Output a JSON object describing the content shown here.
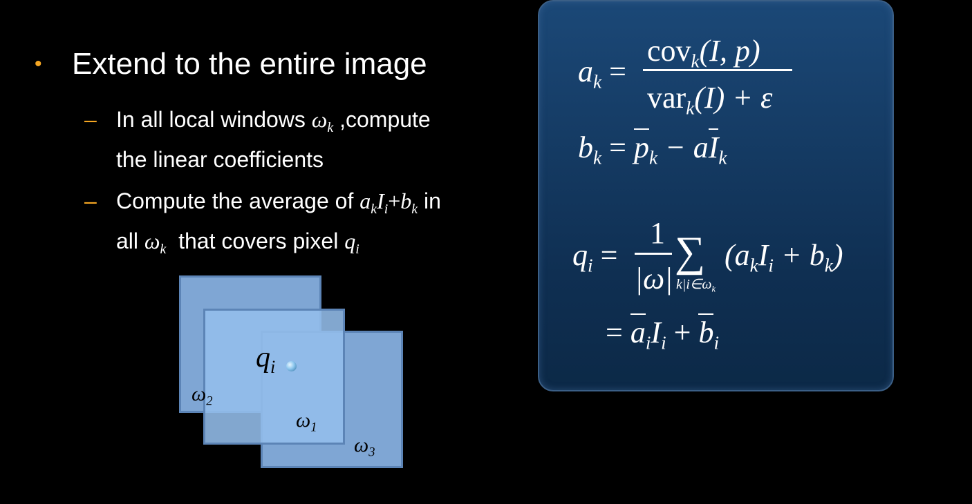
{
  "bullet": {
    "symbol": "•",
    "text": "Extend to the entire image"
  },
  "sub1": {
    "dash": "–",
    "line1_pre": "In all local windows ",
    "line1_sym": "ω",
    "line1_sub": "k",
    "line1_post": " ,compute",
    "line2": "the linear coefficients"
  },
  "sub2": {
    "dash": "–",
    "line1_pre": "Compute the average of ",
    "a": "a",
    "k1": "k",
    "I": "I",
    "i": "i",
    "plus": "+",
    "b": "b",
    "k2": "k",
    "line1_post": " in",
    "line2_pre": "all ",
    "omega": "ω",
    "k3": "k",
    "line2_mid": "  that covers pixel ",
    "q": "q",
    "qi": "i"
  },
  "diagram": {
    "q": "q",
    "q_sub": "i",
    "w2": "ω",
    "w2_sub": "2",
    "w1": "ω",
    "w1_sub": "1",
    "w3": "ω",
    "w3_sub": "3"
  },
  "formulas": {
    "ak": "a",
    "ak_sub": "k",
    "eq": "=",
    "cov": "cov",
    "cov_sub": "k",
    "cov_args": "(I, p)",
    "var": "var",
    "var_sub": "k",
    "var_args": "(I) + ε",
    "bk": "b",
    "bk_sub": "k",
    "p": "p",
    "p_sub": "k",
    "minus": " − a",
    "Ibar": "I",
    "Ibar_sub": "k",
    "qi": "q",
    "qi_sub": "i",
    "one": "1",
    "omega_abs": "|ω|",
    "sigma": "∑",
    "sum_sub": "k|i∈ω",
    "sum_sub_k": "k",
    "sum_body_1": "(a",
    "sum_body_k1": "k",
    "sum_body_2": "I",
    "sum_body_i": "i",
    "sum_body_3": " + b",
    "sum_body_k2": "k",
    "sum_body_4": ")",
    "eq2": "=",
    "abar": "a",
    "abar_sub": "i",
    "I2": "I",
    "I2_sub": "i",
    "plus2": " + ",
    "bbar": "b",
    "bbar_sub": "i"
  }
}
